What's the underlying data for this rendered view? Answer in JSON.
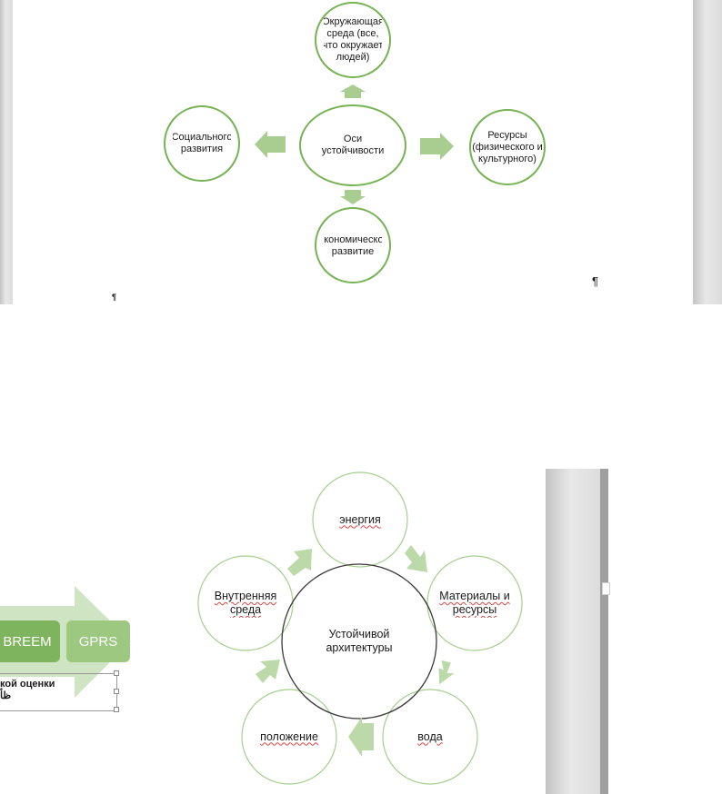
{
  "top_diagram": {
    "center": "Оси устойчивости",
    "top": "Окружающая среда (все, что окружает людей)",
    "left": "Социального развития",
    "right": "Ресурсы (физического и культурного)",
    "bottom": "Экономическое развитие",
    "color_stroke": "#77b255",
    "color_arrow": "#a9cd91"
  },
  "bottom_diagram": {
    "center": "Устойчивой архитектуры",
    "nodes": [
      "энергия",
      "Материалы и ресурсы",
      "вода",
      "положение",
      "Внутренняя среда"
    ],
    "color_stroke": "#a6cf8e",
    "color_arrow": "#bcd9aa"
  },
  "process_chips": {
    "items": [
      "BREEM",
      "GPRS"
    ],
    "caption_line1": "кой оценки",
    "caption_line2": "ظأ"
  },
  "marks": {
    "pilcrow": "¶",
    "small_mark": "¶"
  }
}
